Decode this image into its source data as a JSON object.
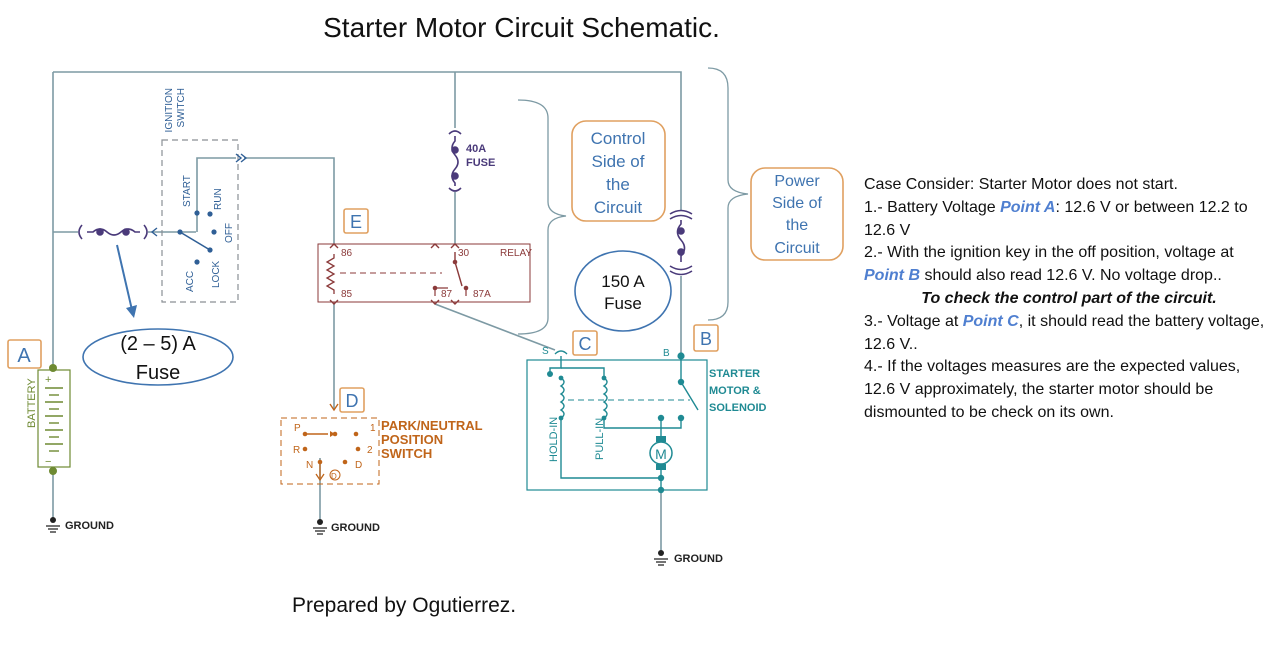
{
  "title": "Starter Motor Circuit Schematic.",
  "credit": "Prepared by Ogutierrez.",
  "colors": {
    "wire": "#7d9aa4",
    "blue": "#2f5f96",
    "orange": "#e0a060",
    "relay": "#8b3a3a",
    "fuse40": "#4a3a7a",
    "starter": "#1f8a93",
    "park": "#c0651a",
    "battery": "#6e8a32",
    "point_blue": "#4f7fd0"
  },
  "labels": {
    "ignition_switch": [
      "IGNITION",
      "SWITCH"
    ],
    "start": "START",
    "run": "RUN",
    "off": "OFF",
    "lock": "LOCK",
    "acc": "ACC",
    "fuse_small": [
      "(2 – 5) A",
      "Fuse"
    ],
    "fuse40": [
      "40A",
      "FUSE"
    ],
    "fuse150": [
      "150 A",
      "Fuse"
    ],
    "control_side": [
      "Control",
      "Side of",
      "the",
      "Circuit"
    ],
    "power_side": [
      "Power",
      "Side of",
      "the",
      "Circuit"
    ],
    "relay": "RELAY",
    "pin86": "86",
    "pin85": "85",
    "pin30": "30",
    "pin87": "87",
    "pin87a": "87A",
    "battery": "BATTERY",
    "plus": "+",
    "minus": "−",
    "ground": "GROUND",
    "park_neutral": [
      "PARK/NEUTRAL",
      "POSITION",
      "SWITCH"
    ],
    "p": "P",
    "r": "R",
    "n": "N",
    "d_small": "D",
    "one": "1",
    "two": "2",
    "starter": [
      "STARTER",
      "MOTOR &",
      "SOLENOID"
    ],
    "hold_in": "HOLD-IN",
    "pull_in": "PULL-IN",
    "motor": "M",
    "s": "S",
    "b": "B",
    "point_a": "A",
    "point_b": "B",
    "point_c": "C",
    "point_d": "D",
    "point_e": "E"
  },
  "notes": {
    "l0": "Case Consider: Starter Motor does not start.",
    "l1a": "1.- Battery Voltage ",
    "l1b": "Point A",
    "l1c": ": 12.6 V or between 12.2 to 12.6 V",
    "l2a": "2.- With the ignition key in the off position, voltage at ",
    "l2b": "Point B",
    "l2c": " should also read 12.6 V. No voltage drop..",
    "heading": "To check the control part of the circuit.",
    "l3a": "3.- Voltage at ",
    "l3b": "Point C",
    "l3c": ", it should read the battery voltage, 12.6 V..",
    "l4": "4.- If the voltages measures are the expected values, 12.6 V approximately, the starter motor should be dismounted to be check on its own."
  }
}
